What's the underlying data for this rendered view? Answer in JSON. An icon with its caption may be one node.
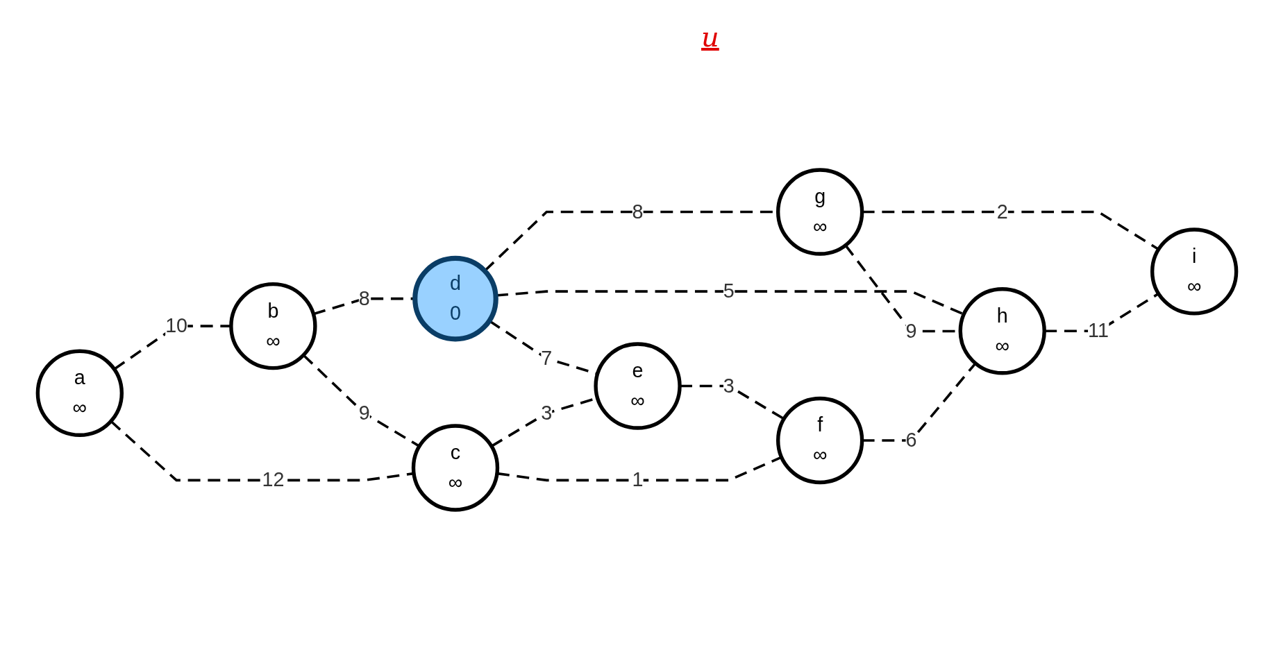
{
  "diagram": {
    "nodes": [
      {
        "text": [
          "b",
          "∞"
        ]
      },
      {
        "text": [
          "d",
          "0"
        ]
      },
      {
        "text": [
          "g",
          "∞"
        ]
      },
      {
        "text": [
          "a",
          "∞"
        ]
      },
      {
        "text": [
          "e",
          "∞"
        ]
      },
      {
        "text": [
          "i",
          "∞"
        ]
      },
      {
        "text": [
          "c",
          "∞"
        ]
      },
      {
        "text": [
          "f",
          "∞"
        ]
      },
      {
        "text": [
          "h",
          "∞"
        ]
      }
    ],
    "edges": [
      {
        "from": 0,
        "to": 1,
        "arrow": "none",
        "label": "8",
        "style": "dashed"
      },
      {
        "from": 1,
        "to": 2,
        "arrow": "none",
        "label": "8",
        "style": "dashed"
      },
      {
        "from": 3,
        "to": 0,
        "arrow": "none",
        "label": "10",
        "style": "dashed"
      },
      {
        "from": 0,
        "to": 6,
        "arrow": "none",
        "label": "9",
        "style": "dashed"
      },
      {
        "from": 1,
        "to": 4,
        "arrow": "none",
        "label": "7",
        "style": "dashed"
      },
      {
        "from": 1,
        "to": 8,
        "arrow": "none",
        "label": "5",
        "style": "dashed"
      },
      {
        "from": 2,
        "to": 8,
        "arrow": "none",
        "label": "9",
        "style": "dashed"
      },
      {
        "from": 2,
        "to": 5,
        "arrow": "none",
        "label": "2",
        "style": "dashed"
      },
      {
        "from": 3,
        "to": 6,
        "arrow": "none",
        "label": "12",
        "style": "dashed"
      },
      {
        "from": 6,
        "to": 4,
        "arrow": "none",
        "label": "3",
        "style": "dashed"
      },
      {
        "from": 4,
        "to": 7,
        "arrow": "none",
        "label": "3",
        "style": "dashed"
      },
      {
        "from": 8,
        "to": 5,
        "arrow": "none",
        "label": "11",
        "style": "dashed"
      },
      {
        "from": 6,
        "to": 7,
        "arrow": "none",
        "label": "1",
        "style": "dashed"
      },
      {
        "from": 7,
        "to": 8,
        "arrow": "none",
        "label": "6",
        "style": "dashed"
      }
    ],
    "labels": [
      "u"
    ]
  }
}
